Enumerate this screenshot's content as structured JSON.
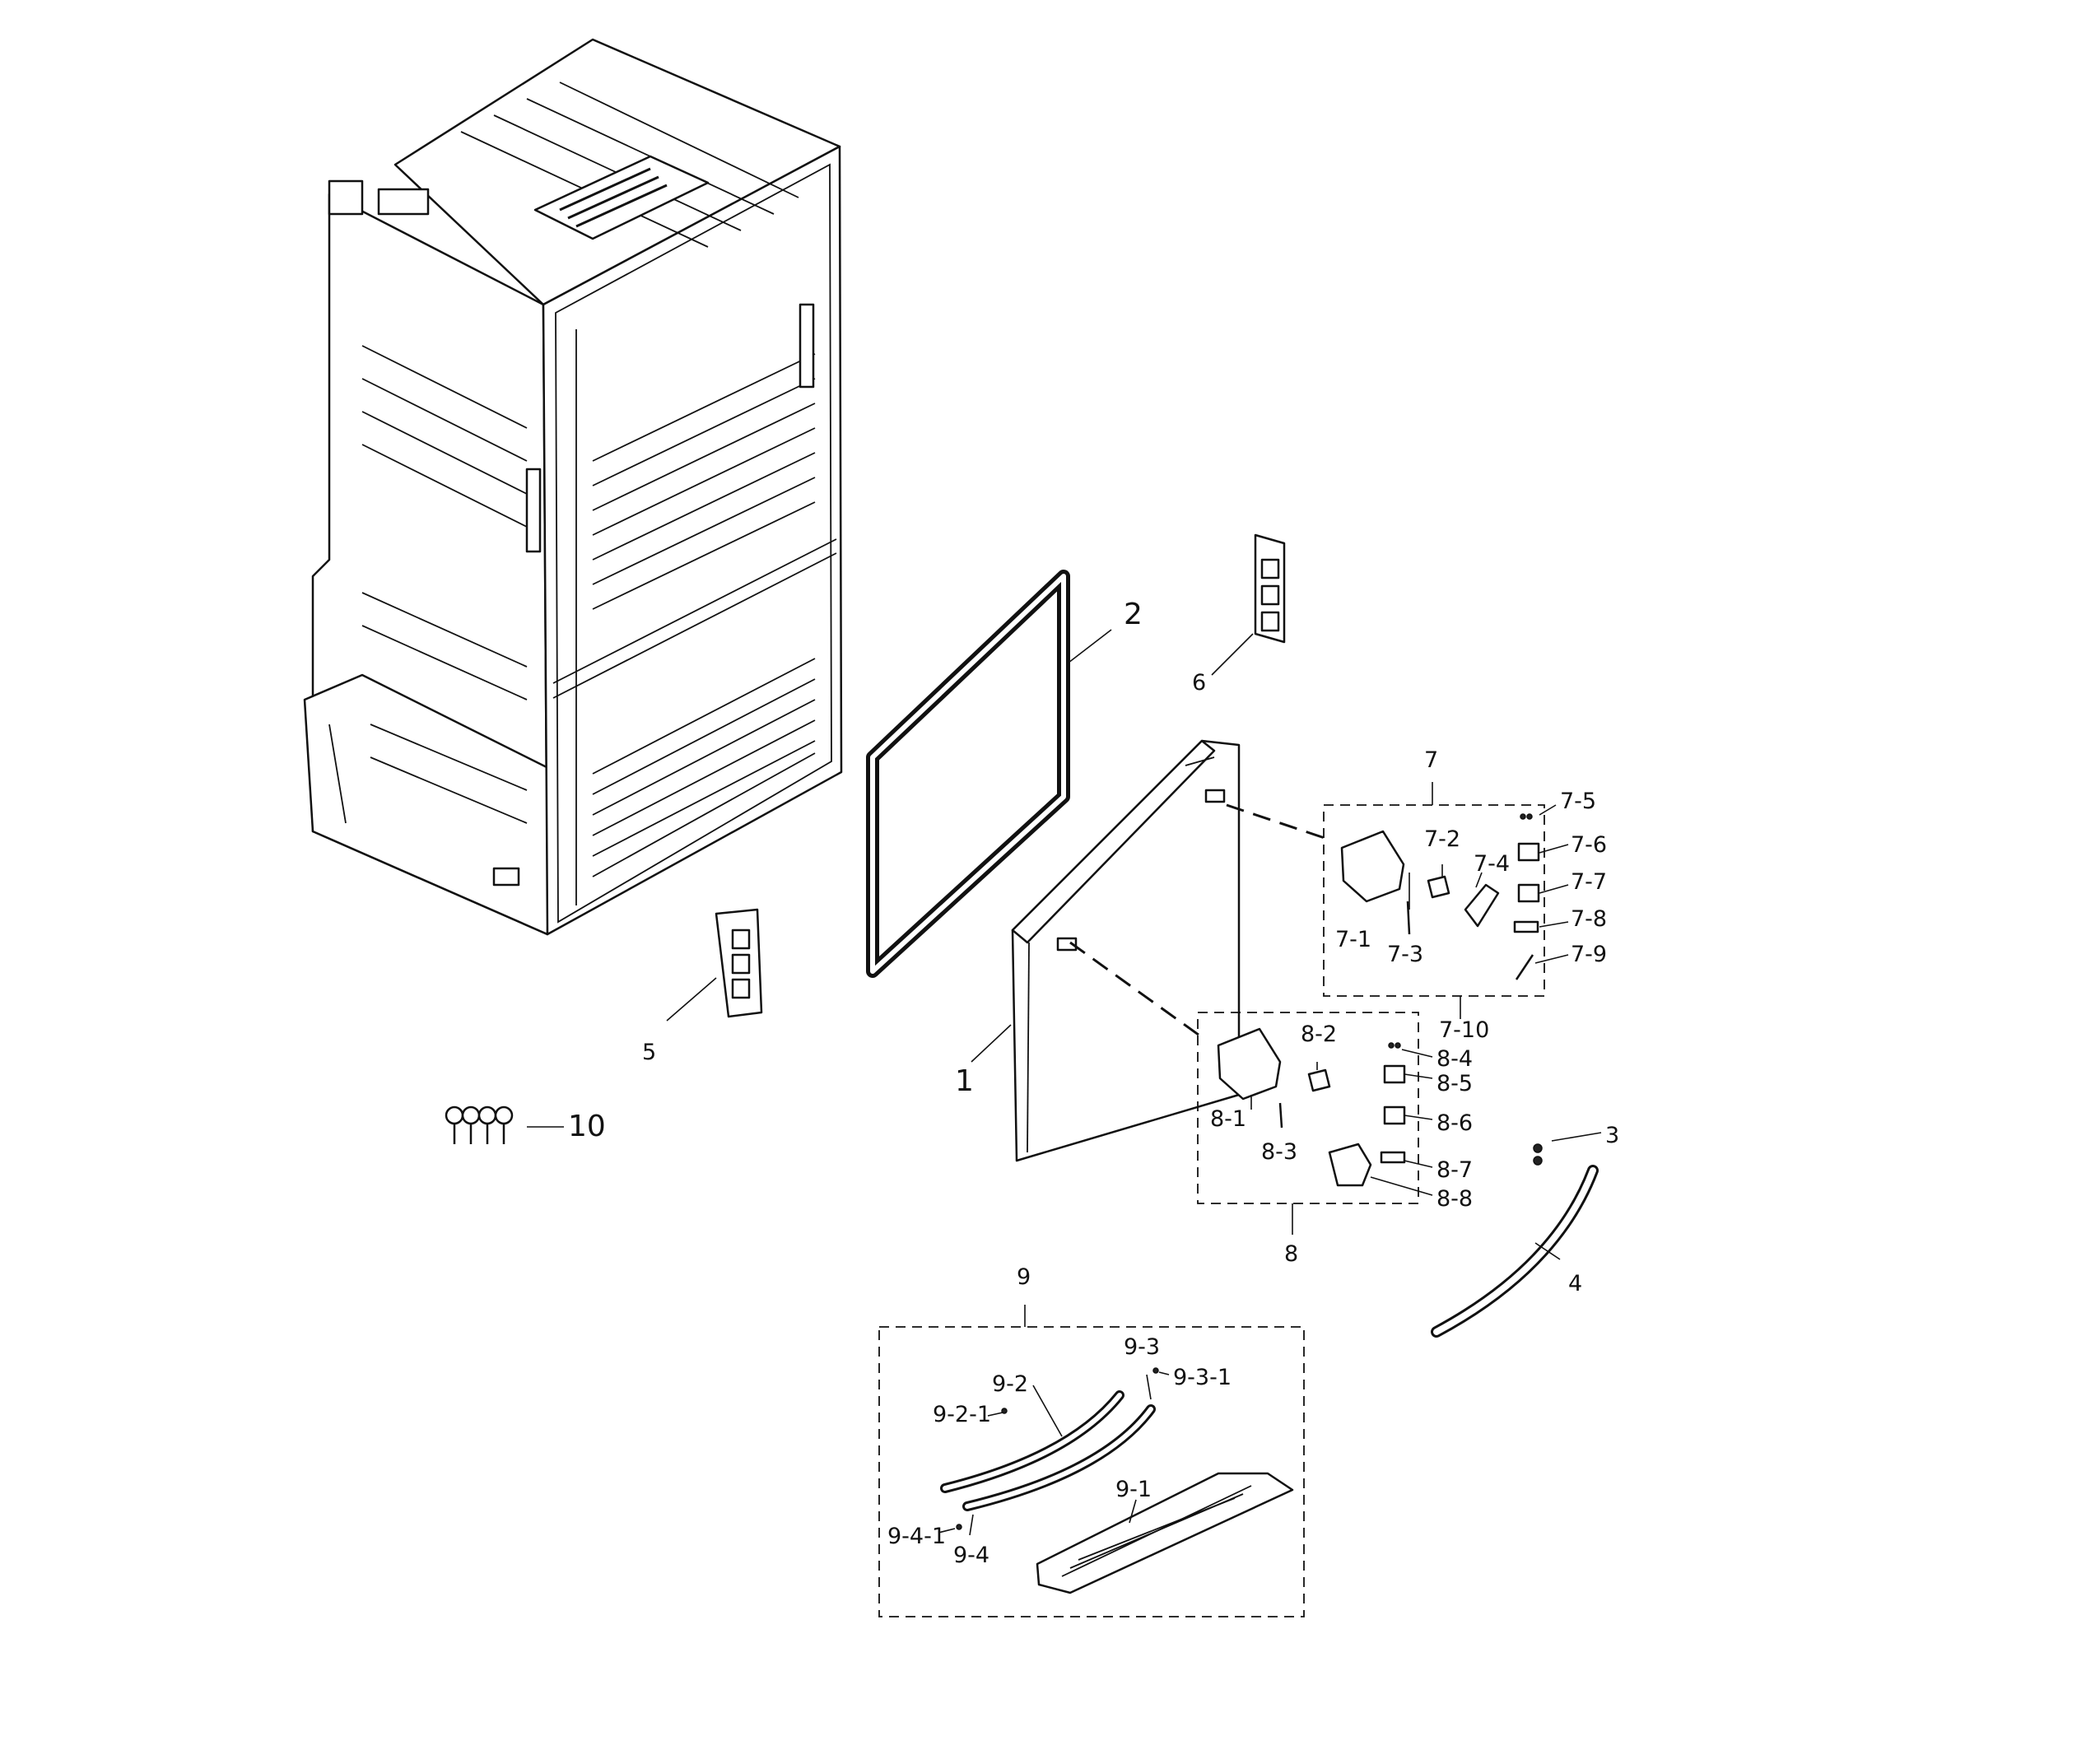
{
  "diagram": {
    "callouts": [
      {
        "id": "label-1",
        "text": "1"
      },
      {
        "id": "label-2",
        "text": "2"
      },
      {
        "id": "label-3",
        "text": "3"
      },
      {
        "id": "label-4",
        "text": "4"
      },
      {
        "id": "label-5",
        "text": "5"
      },
      {
        "id": "label-6",
        "text": "6"
      },
      {
        "id": "label-7",
        "text": "7"
      },
      {
        "id": "label-7-1",
        "text": "7-1"
      },
      {
        "id": "label-7-2",
        "text": "7-2"
      },
      {
        "id": "label-7-3",
        "text": "7-3"
      },
      {
        "id": "label-7-4",
        "text": "7-4"
      },
      {
        "id": "label-7-5",
        "text": "7-5"
      },
      {
        "id": "label-7-6",
        "text": "7-6"
      },
      {
        "id": "label-7-7",
        "text": "7-7"
      },
      {
        "id": "label-7-8",
        "text": "7-8"
      },
      {
        "id": "label-7-9",
        "text": "7-9"
      },
      {
        "id": "label-7-10",
        "text": "7-10"
      },
      {
        "id": "label-8",
        "text": "8"
      },
      {
        "id": "label-8-1",
        "text": "8-1"
      },
      {
        "id": "label-8-2",
        "text": "8-2"
      },
      {
        "id": "label-8-3",
        "text": "8-3"
      },
      {
        "id": "label-8-4",
        "text": "8-4"
      },
      {
        "id": "label-8-5",
        "text": "8-5"
      },
      {
        "id": "label-8-6",
        "text": "8-6"
      },
      {
        "id": "label-8-7",
        "text": "8-7"
      },
      {
        "id": "label-8-8",
        "text": "8-8"
      },
      {
        "id": "label-9",
        "text": "9"
      },
      {
        "id": "label-9-1",
        "text": "9-1"
      },
      {
        "id": "label-9-2",
        "text": "9-2"
      },
      {
        "id": "label-9-2-1",
        "text": "9-2-1"
      },
      {
        "id": "label-9-3",
        "text": "9-3"
      },
      {
        "id": "label-9-3-1",
        "text": "9-3-1"
      },
      {
        "id": "label-9-4",
        "text": "9-4"
      },
      {
        "id": "label-9-4-1",
        "text": "9-4-1"
      },
      {
        "id": "label-10",
        "text": "10"
      }
    ]
  }
}
